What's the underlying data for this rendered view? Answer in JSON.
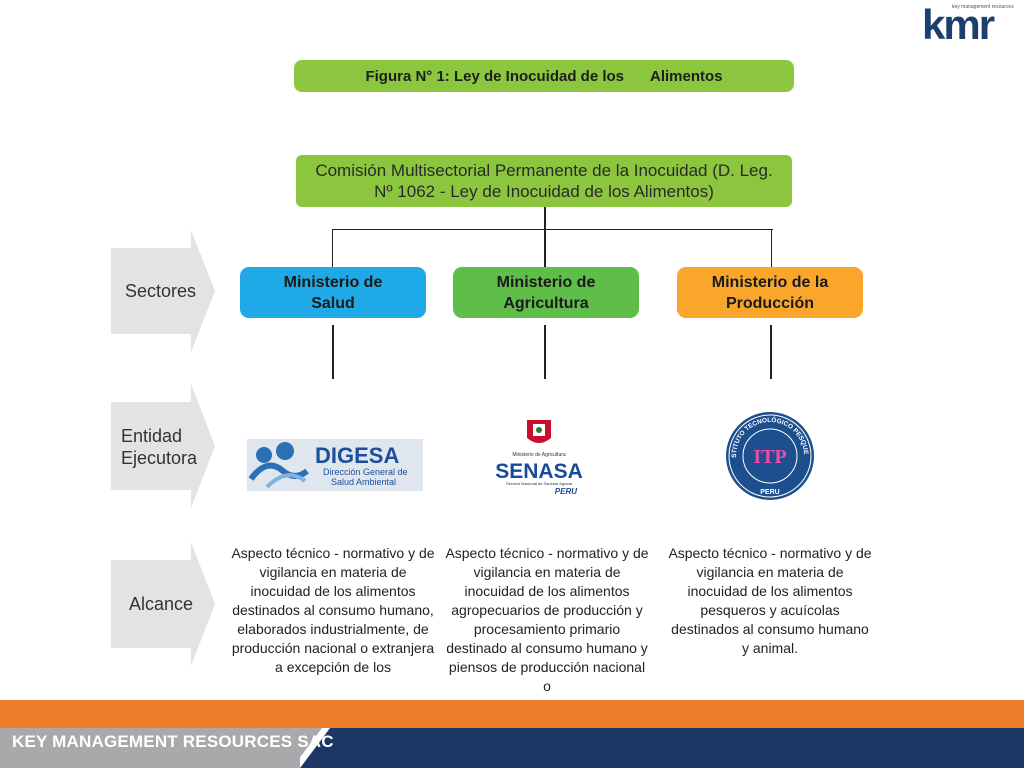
{
  "logo": {
    "text": "kmr",
    "tagline": "key management resources"
  },
  "title": {
    "part1": "Figura N° 1: Ley de Inocuidad de los",
    "part2": "Alimentos"
  },
  "commission": "Comisión Multisectorial Permanente de la Inocuidad (D. Leg. Nº 1062 - Ley de Inocuidad de los Alimentos)",
  "row_labels": {
    "sectores": "Sectores",
    "entidad_line1": "Entidad",
    "entidad_line2": "Ejecutora",
    "alcance": "Alcance"
  },
  "ministries": [
    {
      "line1": "Ministerio de",
      "line2": "Salud",
      "color": "#1fa9e6"
    },
    {
      "line1": "Ministerio de",
      "line2": "Agricultura",
      "color": "#5fbe4a"
    },
    {
      "line1": "Ministerio de la",
      "line2": "Producción",
      "color": "#f9a62a"
    }
  ],
  "entities": {
    "digesa": {
      "name": "DIGESA",
      "sub1": "Dirección General de",
      "sub2": "Salud Ambiental"
    },
    "senasa": {
      "top": "Ministerio de Agricultura",
      "name": "SENASA",
      "sub": "Servicio Nacional de Sanidad Agraria",
      "country": "PERU"
    },
    "itp": {
      "name": "ITP",
      "ring": "INSTITUTO TECNOLÓGICO PESQUERO",
      "country": "PERU"
    }
  },
  "scopes": [
    "Aspecto técnico - normativo y de vigilancia en materia de inocuidad de los alimentos destinados al consumo humano, elaborados industrialmente, de producción nacional o extranjera a excepción de los",
    "Aspecto técnico - normativo y de vigilancia en materia de inocuidad de los alimentos agropecuarios de producción y procesamiento primario destinado al consumo humano y piensos de producción nacional o",
    "Aspecto técnico - normativo y de vigilancia en materia de inocuidad de los alimentos pesqueros y acuícolas destinados al consumo humano y animal."
  ],
  "footer": {
    "company": "KEY MANAGEMENT RESOURCES SAC"
  },
  "colors": {
    "green": "#8cc63f",
    "orange": "#ee7d2a",
    "navy": "#1c3766",
    "arrow_gray": "#e3e3e3"
  }
}
